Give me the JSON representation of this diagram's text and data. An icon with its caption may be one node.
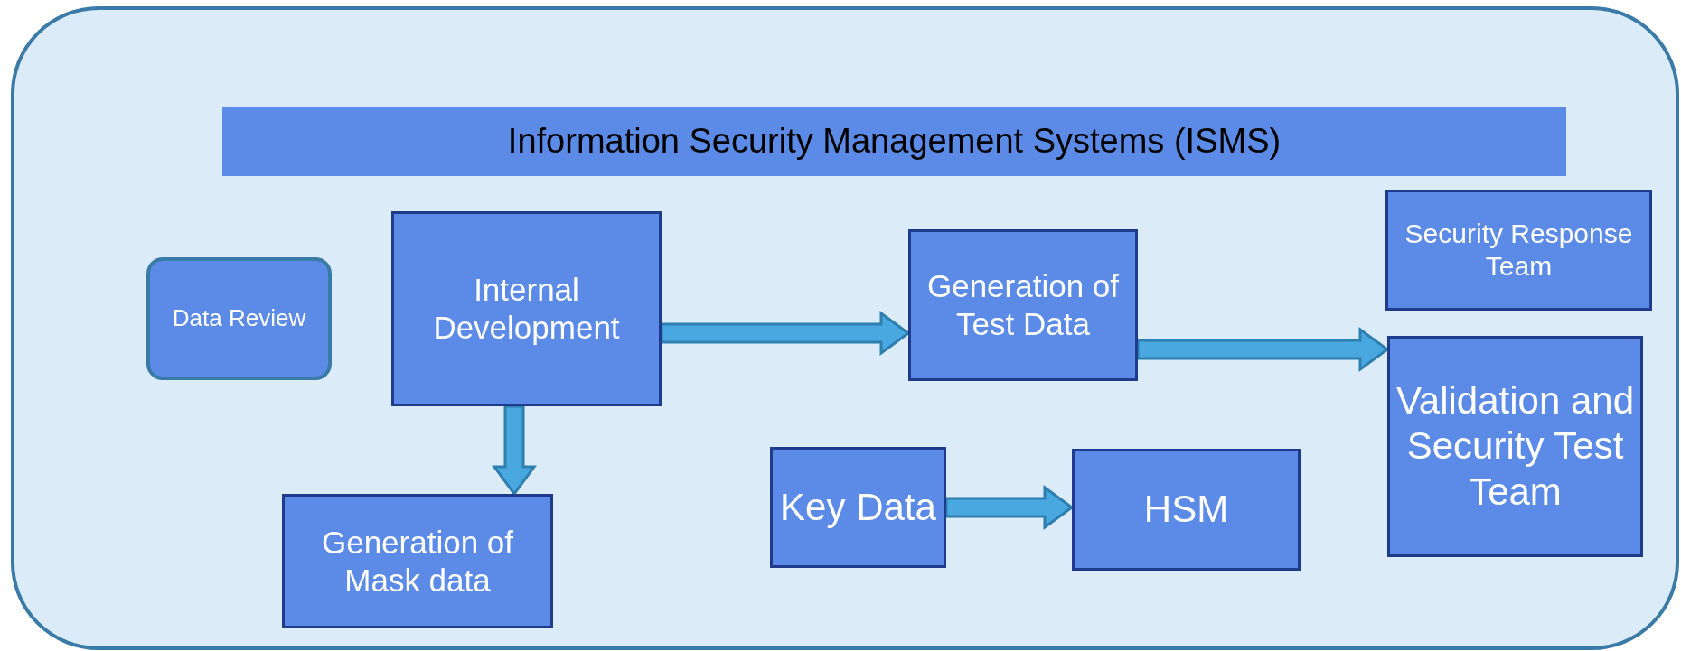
{
  "diagram": {
    "nodes": [
      {
        "text": [
          "Information Security Management Systems (ISMS)"
        ]
      },
      {
        "text": [
          "Data Review"
        ]
      },
      {
        "text": [
          "Internal Development"
        ]
      },
      {
        "text": [
          "Generation of Test Data"
        ]
      },
      {
        "text": [
          "Security Response Team"
        ]
      },
      {
        "text": [
          "Validation and Security Test Team"
        ]
      },
      {
        "text": [
          "Generation of Mask data"
        ]
      },
      {
        "text": [
          "Key Data"
        ]
      },
      {
        "text": [
          "HSM"
        ]
      }
    ],
    "edges": [
      {
        "from": 2,
        "to": 3,
        "arrow": "to"
      },
      {
        "from": 3,
        "to": 5,
        "arrow": "to"
      },
      {
        "from": 2,
        "to": 6,
        "arrow": "to"
      },
      {
        "from": 7,
        "to": 8,
        "arrow": "to"
      }
    ]
  }
}
